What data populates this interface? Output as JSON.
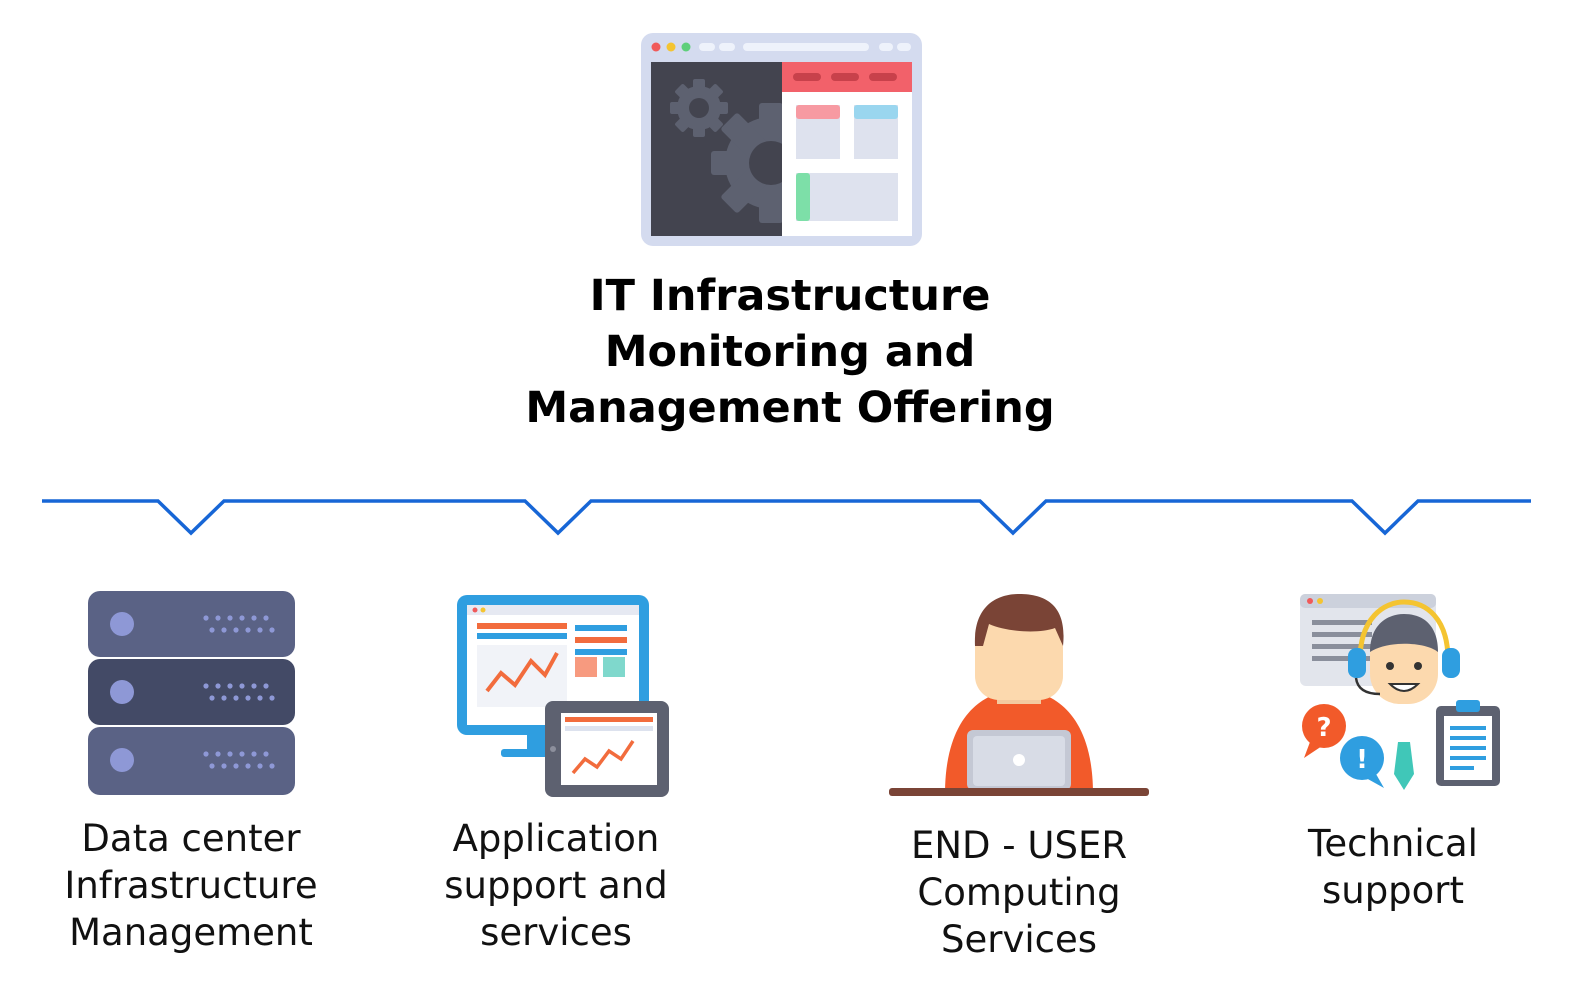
{
  "title": {
    "line1": "IT Infrastructure",
    "line2": "Monitoring and",
    "line3": "Management Offering"
  },
  "offerings": [
    {
      "icon": "server-rack-icon",
      "lines": [
        "Data center",
        "Infrastructure",
        "Management"
      ]
    },
    {
      "icon": "monitor-tablet-analytics-icon",
      "lines": [
        "Application",
        "support and",
        "services"
      ]
    },
    {
      "icon": "person-laptop-icon",
      "lines": [
        "END - USER",
        "Computing",
        "Services"
      ]
    },
    {
      "icon": "support-agent-icon",
      "lines": [
        "Technical",
        "support"
      ]
    }
  ],
  "colors": {
    "connector": "#1766d6",
    "server": "#5a6285",
    "accent_red": "#f2616a",
    "accent_orange": "#f25a2a"
  }
}
